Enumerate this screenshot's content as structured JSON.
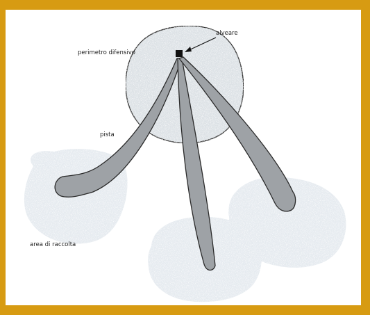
{
  "colors": {
    "border": "#d79b12",
    "background": "#ffffff",
    "defensive_area": "#dde2e6",
    "foraging_area": "#e6ebf0",
    "trail": "#9ea2a6",
    "outline": "#2a2a2a",
    "hive": "#111111"
  },
  "labels": {
    "hive": "alveare",
    "perimeter": "perimetro difensivo",
    "trail": "pista",
    "foraging_area": "area di raccolta"
  }
}
